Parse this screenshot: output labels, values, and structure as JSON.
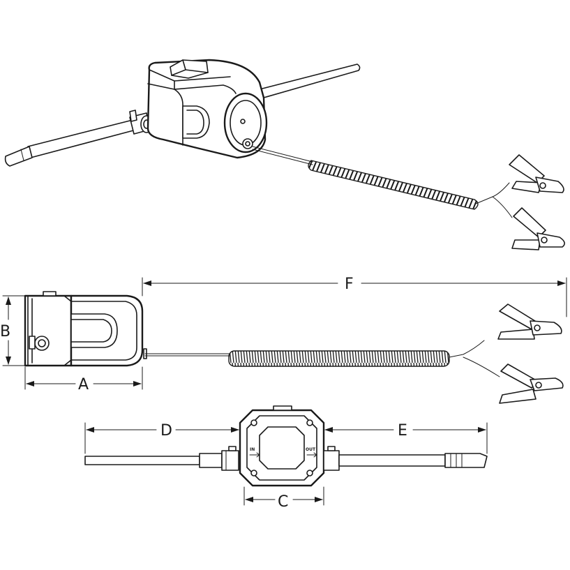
{
  "diagram": {
    "subject": "portable pump with battery clips - technical dimension drawing",
    "views": [
      "isometric",
      "side",
      "top"
    ],
    "dimension_labels": {
      "A": "A",
      "B": "B",
      "C": "C",
      "D": "D",
      "E": "E",
      "F": "F"
    },
    "port_labels": {
      "inlet": "IN",
      "outlet": "OUT"
    },
    "line_color": "#1a1a1a",
    "background": "#ffffff"
  }
}
